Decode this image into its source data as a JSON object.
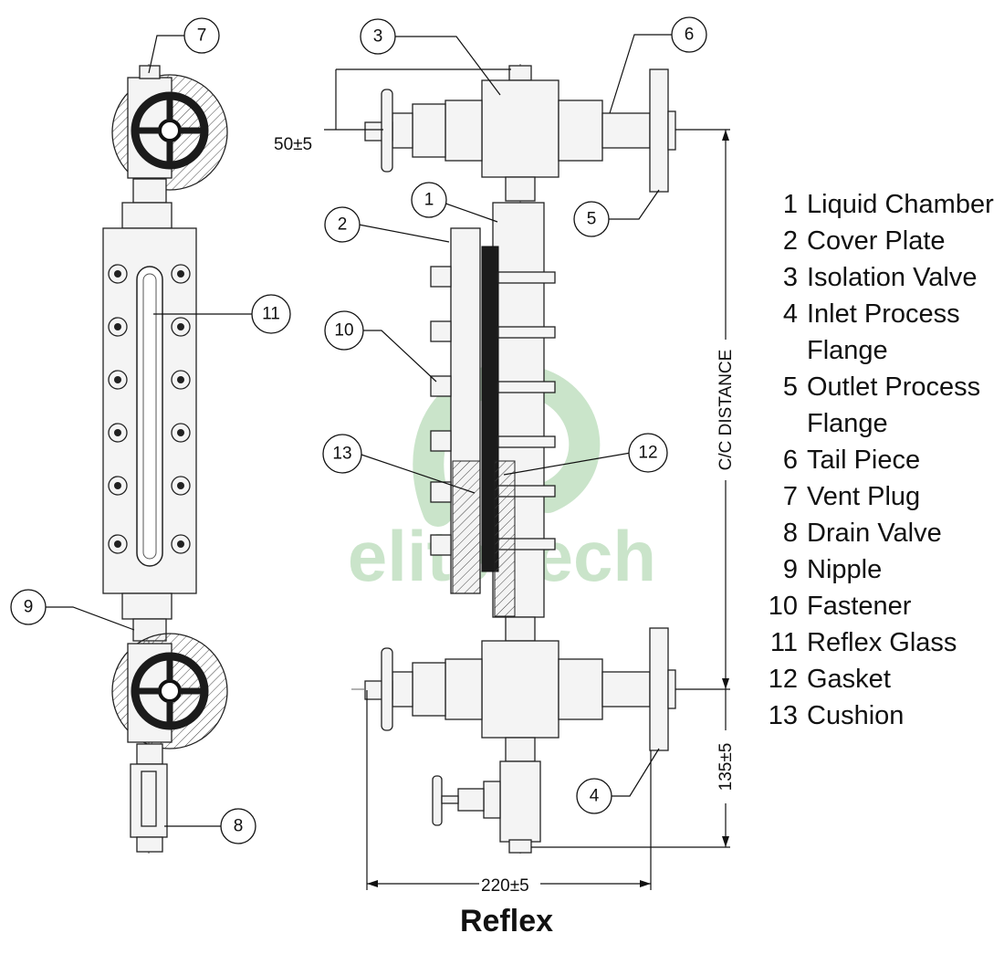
{
  "watermark": {
    "text": "elite tech",
    "color": "#9fcf9f"
  },
  "caption": "Reflex",
  "dimensions": {
    "vent_offset": "50±5",
    "drain_offset": "135±5",
    "width": "220±5",
    "cc_distance": "C/C DISTANCE"
  },
  "callouts": [
    "1",
    "2",
    "3",
    "4",
    "5",
    "6",
    "7",
    "8",
    "9",
    "10",
    "11",
    "12",
    "13"
  ],
  "legend": [
    {
      "num": "1",
      "text": "Liquid Chamber"
    },
    {
      "num": "2",
      "text": "Cover Plate"
    },
    {
      "num": "3",
      "text": "Isolation Valve"
    },
    {
      "num": "4",
      "text": "Inlet Process",
      "cont": "Flange"
    },
    {
      "num": "5",
      "text": "Outlet Process",
      "cont": "Flange"
    },
    {
      "num": "6",
      "text": "Tail Piece"
    },
    {
      "num": "7",
      "text": "Vent Plug"
    },
    {
      "num": "8",
      "text": "Drain Valve"
    },
    {
      "num": "9",
      "text": "Nipple"
    },
    {
      "num": "10",
      "text": "Fastener"
    },
    {
      "num": "11",
      "text": "Reflex Glass"
    },
    {
      "num": "12",
      "text": "Gasket"
    },
    {
      "num": "13",
      "text": "Cushion"
    }
  ]
}
